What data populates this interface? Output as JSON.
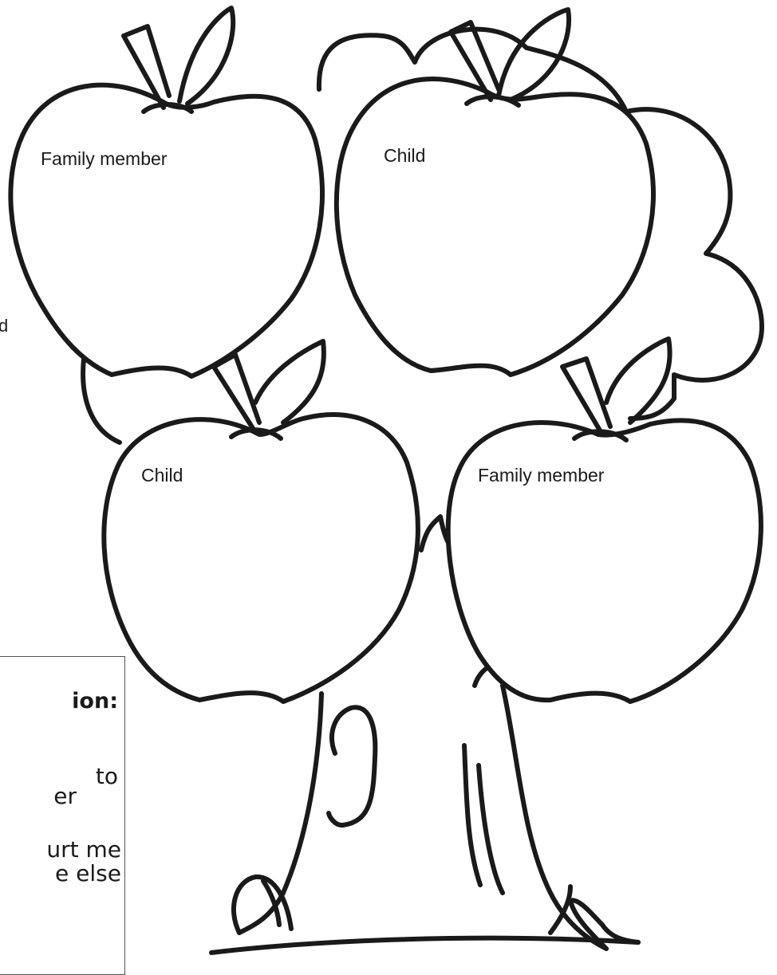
{
  "apples": [
    {
      "id": "top-left",
      "label": "Family member"
    },
    {
      "id": "top-right",
      "label": "Child"
    },
    {
      "id": "bottom-left",
      "label": "Child"
    },
    {
      "id": "bottom-right",
      "label": "Family member"
    }
  ],
  "side_box": {
    "title_fragment": "ion:",
    "lines": [
      "to",
      "er",
      "urt me",
      "e else"
    ]
  },
  "stray_fragment": "d",
  "colors": {
    "outline": "#1a1a1a",
    "background": "#ffffff"
  }
}
